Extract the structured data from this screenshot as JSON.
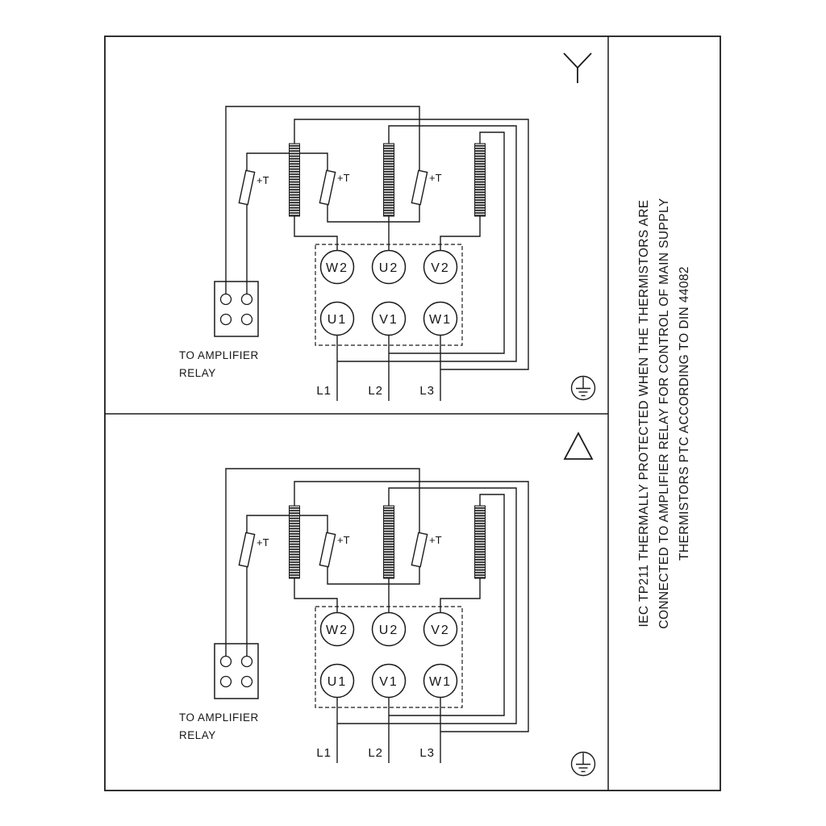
{
  "diagram": {
    "sidebar_note": {
      "line1": "IEC TP211 THERMALLY PROTECTED WHEN THE THERMISTORS ARE",
      "line2": "CONNECTED TO AMPLIFIER RELAY FOR CONTROL OF MAIN SUPPLY",
      "line3": "THERMISTORS PTC ACCORDING TO DIN 44082"
    },
    "icons": {
      "top_connection": "star-wye-symbol",
      "bottom_connection": "delta-triangle-symbol",
      "earth": "earth-ground-symbol"
    },
    "star_panel": {
      "thermistor_label_1": "+T",
      "thermistor_label_2": "+T",
      "thermistor_label_3": "+T",
      "relay_note_line1": "TO AMPLIFIER",
      "relay_note_line2": "RELAY",
      "terminals_top": [
        "W2",
        "U2",
        "V2"
      ],
      "terminals_bottom": [
        "U1",
        "V1",
        "W1"
      ],
      "supply_labels": [
        "L1",
        "L2",
        "L3"
      ]
    },
    "delta_panel": {
      "thermistor_label_1": "+T",
      "thermistor_label_2": "+T",
      "thermistor_label_3": "+T",
      "relay_note_line1": "TO AMPLIFIER",
      "relay_note_line2": "RELAY",
      "terminals_top": [
        "W2",
        "U2",
        "V2"
      ],
      "terminals_bottom": [
        "U1",
        "V1",
        "W1"
      ],
      "supply_labels": [
        "L1",
        "L2",
        "L3"
      ]
    }
  }
}
